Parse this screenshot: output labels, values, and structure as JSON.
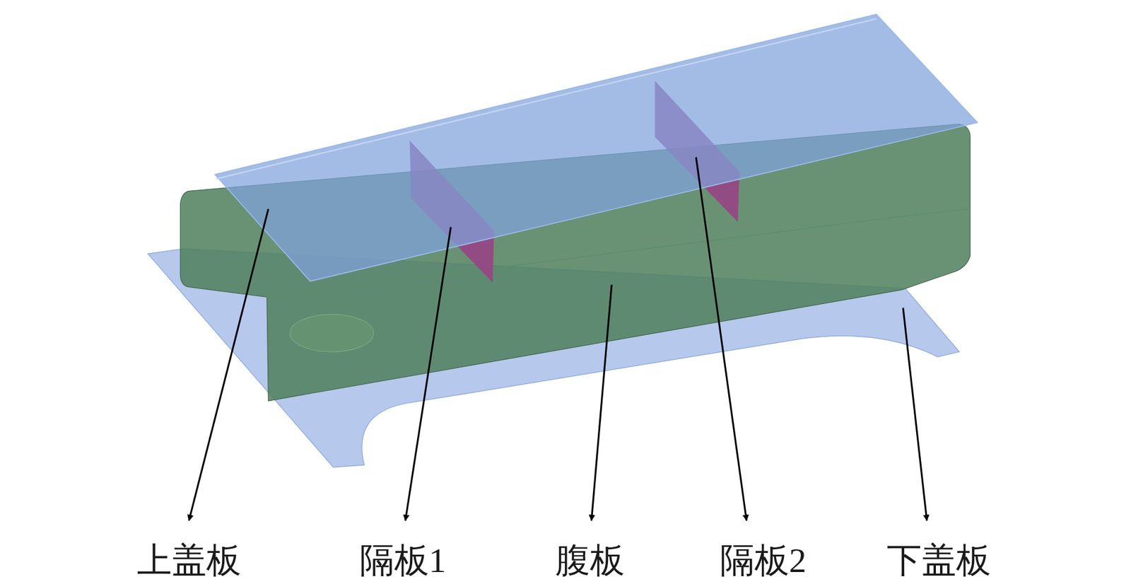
{
  "diagram": {
    "labels": [
      "上盖板",
      "隔板1",
      "腹板",
      "隔板2",
      "下盖板"
    ]
  }
}
